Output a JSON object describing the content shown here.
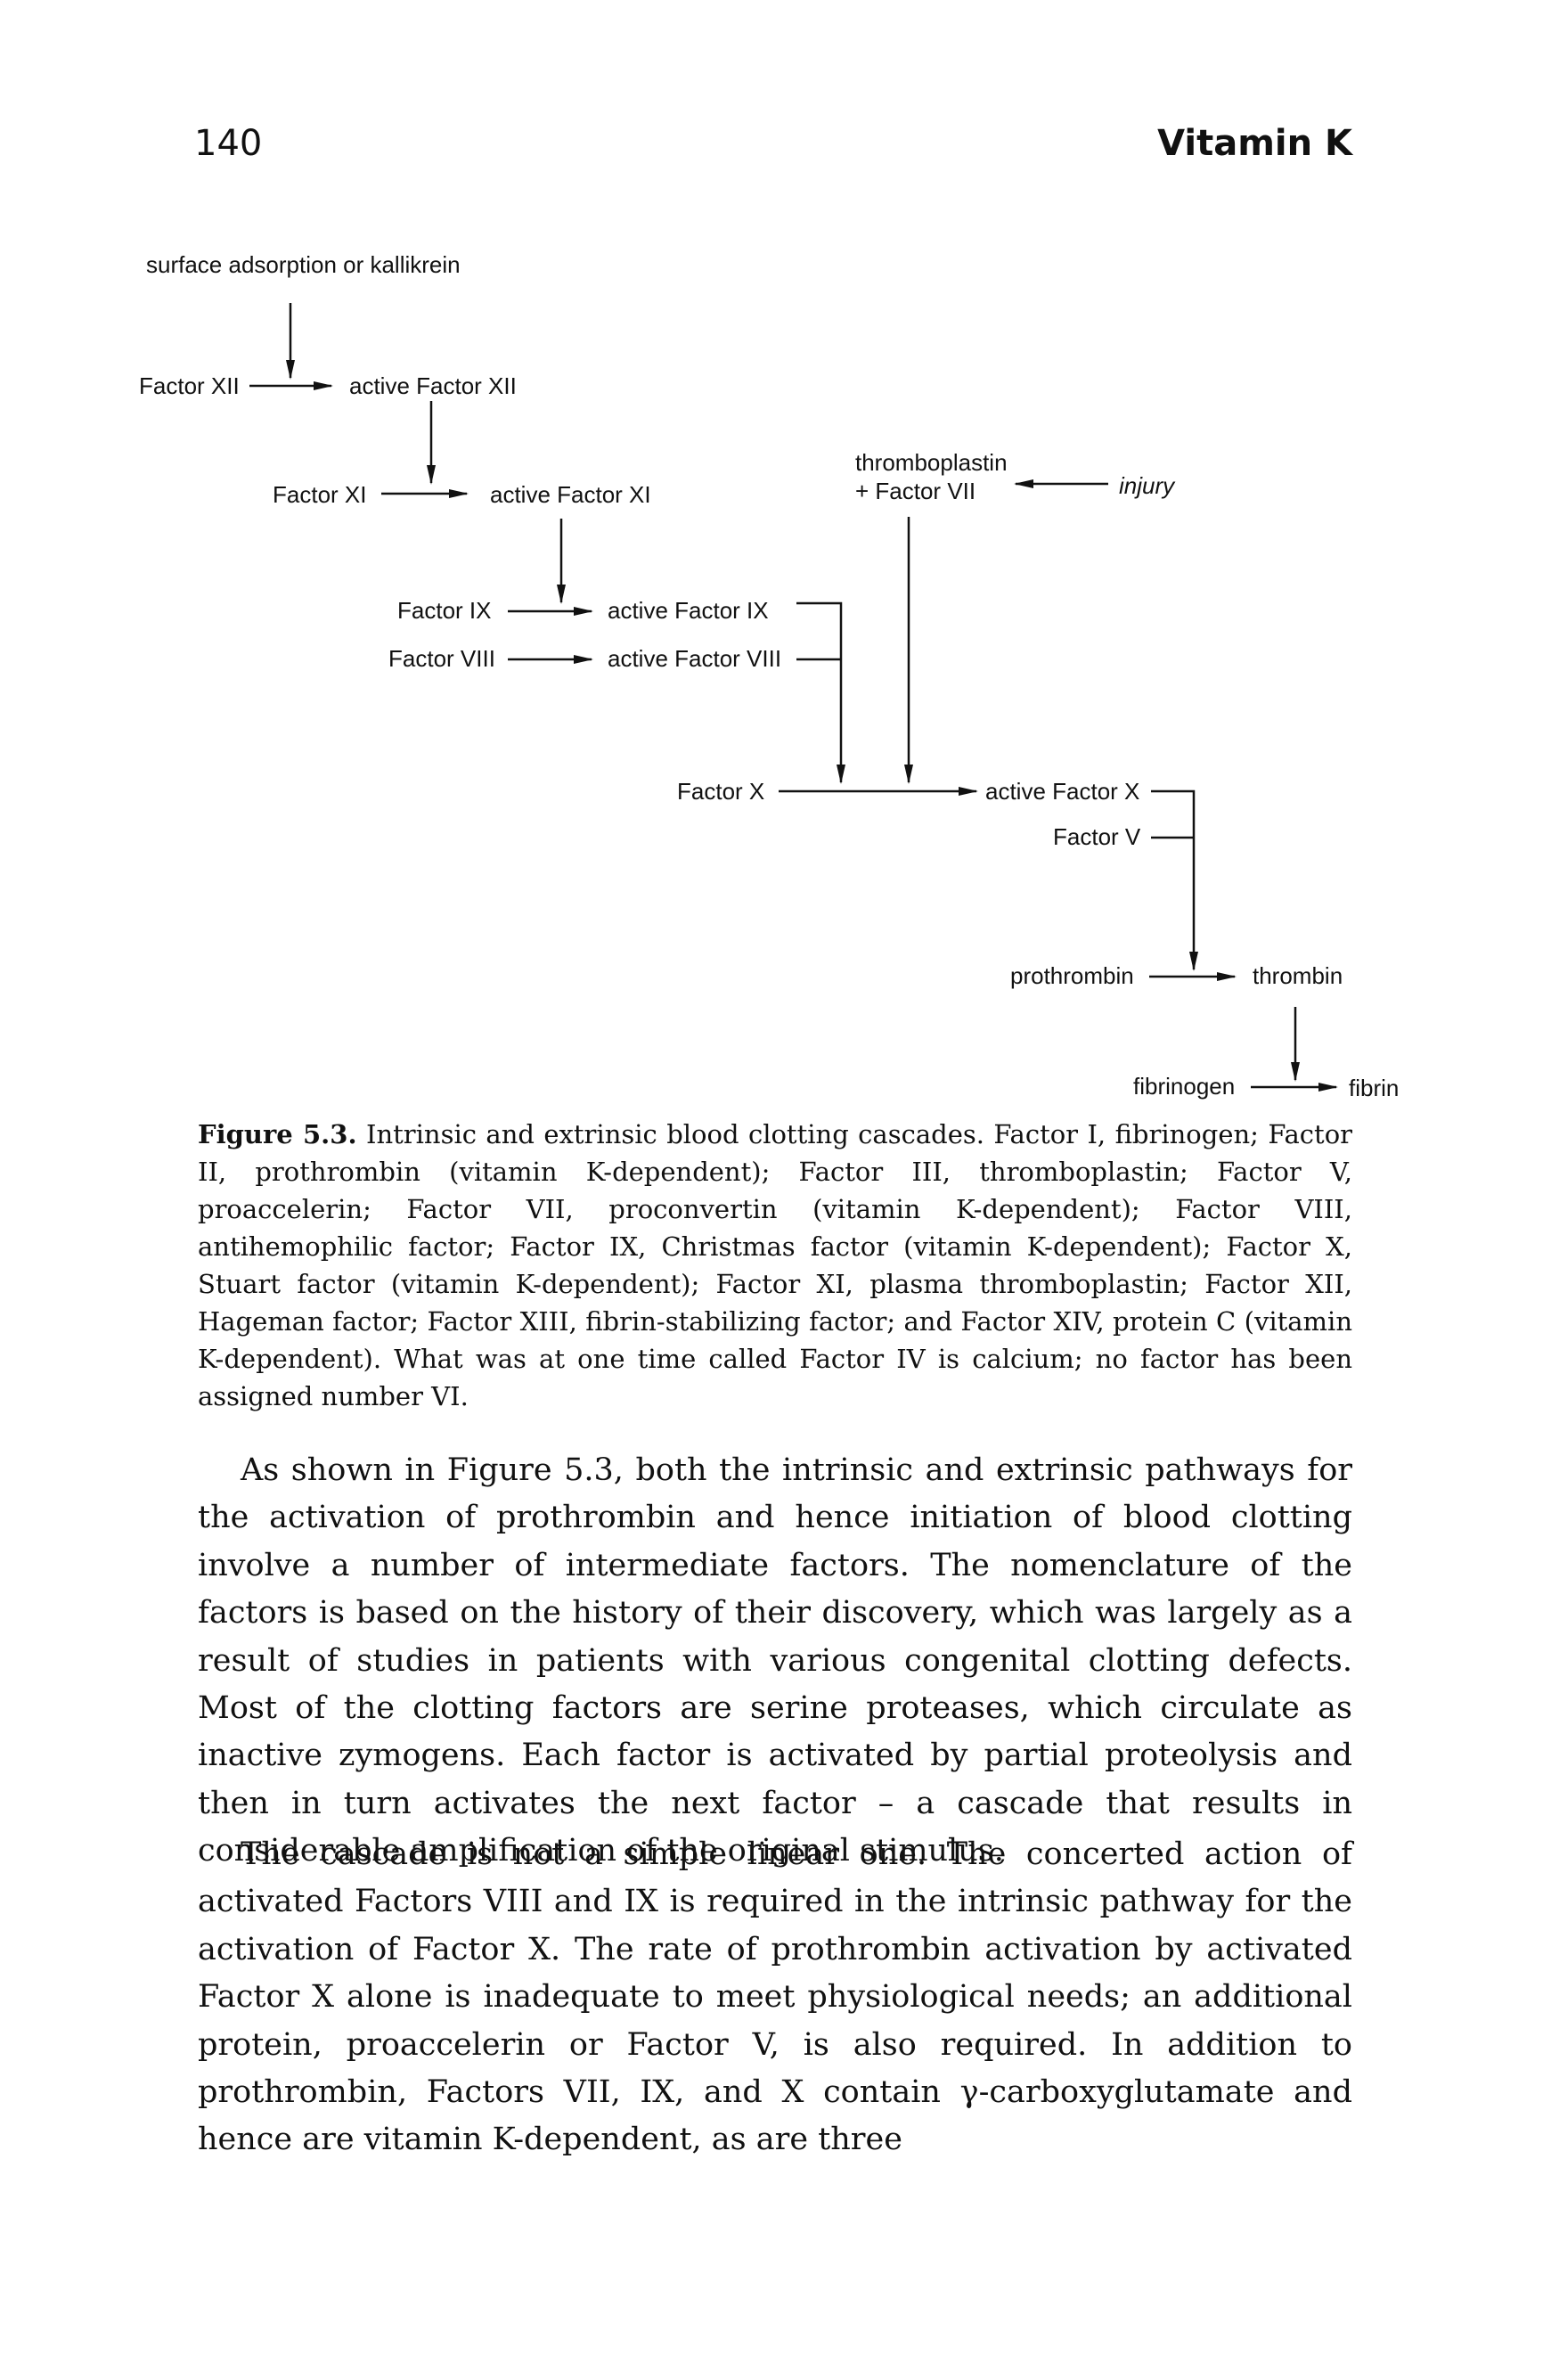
{
  "header": {
    "page_number": "140",
    "running_title": "Vitamin K"
  },
  "diagram": {
    "top_trigger": "surface adsorption or kallikrein",
    "factor_xii": "Factor XII",
    "active_factor_xii": "active Factor XII",
    "factor_xi": "Factor XI",
    "active_factor_xi": "active Factor XI",
    "thromboplastin": "thromboplastin",
    "plus_factor_vii": "+ Factor VII",
    "injury": "injury",
    "factor_ix": "Factor IX",
    "active_factor_ix": "active Factor IX",
    "factor_viii": "Factor VIII",
    "active_factor_viii": "active Factor VIII",
    "factor_x": "Factor X",
    "active_factor_x": "active Factor X",
    "factor_v": "Factor V",
    "prothrombin": "prothrombin",
    "thrombin": "thrombin",
    "fibrinogen": "fibrinogen",
    "fibrin": "fibrin"
  },
  "caption": {
    "label": "Figure 5.3.",
    "text": "Intrinsic and extrinsic blood clotting cascades. Factor I, fibrinogen; Factor II, prothrombin (vitamin K-dependent); Factor III, thromboplastin; Factor V, proaccelerin; Factor VII, proconvertin (vitamin K-dependent); Factor VIII, antihemophilic factor; Factor IX, Christmas factor (vitamin K-dependent); Factor X, Stuart factor (vitamin K-dependent); Factor XI, plasma thromboplastin; Factor XII, Hageman factor; Factor XIII, fibrin-stabilizing factor; and Factor XIV, protein C (vitamin K-dependent). What was at one time called Factor IV is calcium; no factor has been assigned number VI."
  },
  "body": {
    "paragraph_1": "As shown in Figure 5.3, both the intrinsic and extrinsic pathways for the activation of prothrombin and hence initiation of blood clotting involve a number of intermediate factors. The nomenclature of the factors is based on the history of their discovery, which was largely as a result of studies in patients with various congenital clotting defects. Most of the clotting factors are serine proteases, which circulate as inactive zymogens. Each factor is activated by partial proteolysis and then in turn activates the next factor – a cascade that results in considerable amplification of the original stimulus.",
    "paragraph_2": "The cascade is not a simple linear one. The concerted action of activated Factors VIII and IX is required in the intrinsic pathway for the activation of Factor X. The rate of prothrombin activation by activated Factor X alone is inadequate to meet physiological needs; an additional protein, proaccelerin or Factor V, is also required. In addition to prothrombin, Factors VII, IX, and X contain γ-carboxyglutamate and hence are vitamin K-dependent, as are three"
  }
}
